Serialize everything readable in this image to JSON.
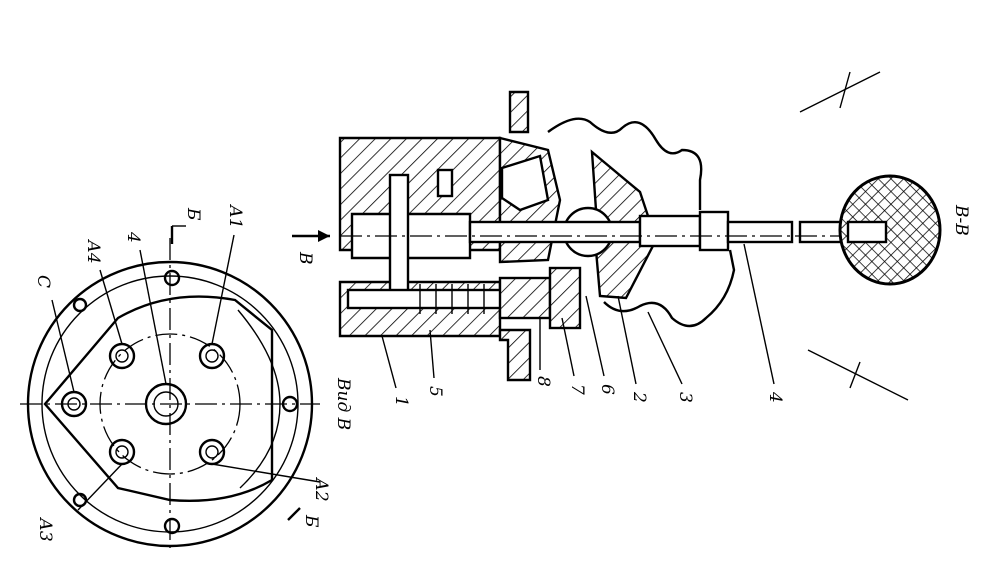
{
  "section_title": "В-В",
  "view_caption": "Вид В",
  "arrow_label": "В",
  "cut_labels": [
    "Б",
    "Б"
  ],
  "flange_labels": {
    "c": "С",
    "a1": "А1",
    "a2": "А2",
    "a3": "А3",
    "a4": "А4",
    "center": "4"
  },
  "part_numbers": [
    "1",
    "5",
    "8",
    "7",
    "6",
    "2",
    "3",
    "4"
  ]
}
